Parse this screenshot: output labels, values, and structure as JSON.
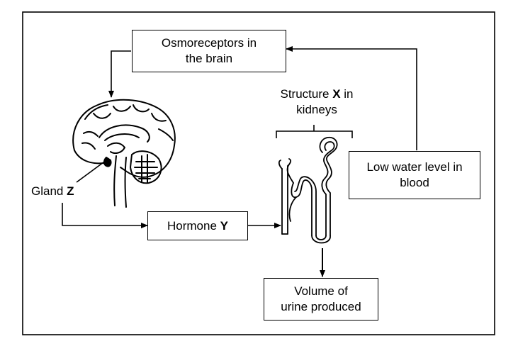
{
  "nodes": {
    "osmoreceptors": {
      "line1": "Osmoreceptors in",
      "line2": "the brain"
    },
    "low_water": {
      "line1": "Low water level in",
      "line2": "blood"
    },
    "hormone": {
      "text": "Hormone ",
      "letter": "Y"
    },
    "volume": {
      "line1": "Volume of",
      "line2": "urine produced"
    }
  },
  "labels": {
    "structure": {
      "line1_text": "Structure ",
      "line1_letter": "X",
      "line1_after": " in",
      "line2": "kidneys"
    },
    "gland": {
      "text": "Gland ",
      "letter": "Z"
    }
  },
  "icons": {
    "brain": "brain-sagittal-section-drawing",
    "nephron": "kidney-nephron-drawing"
  }
}
